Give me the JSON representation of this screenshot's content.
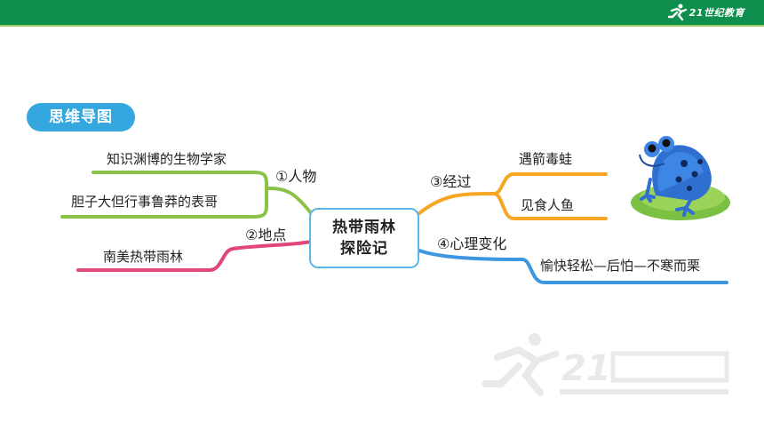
{
  "header": {
    "brand": "21世纪教育"
  },
  "badge": {
    "label": "思维导图"
  },
  "center": {
    "line1": "热带雨林",
    "line2": "探险记"
  },
  "branches": {
    "characters": {
      "label": "①人物",
      "items": [
        "知识渊博的生物学家",
        "胆子大但行事鲁莽的表哥"
      ],
      "color": "#8bc34a"
    },
    "place": {
      "label": "②地点",
      "items": [
        "南美热带雨林"
      ],
      "color": "#e0457b"
    },
    "process": {
      "label": "③经过",
      "items": [
        "遇箭毒蛙",
        "见食人鱼"
      ],
      "color": "#f5a623"
    },
    "mood": {
      "label": "④心理变化",
      "items": [
        "愉快轻松—后怕—不寒而栗"
      ],
      "color": "#3d97e0"
    }
  },
  "icons": [
    "runner-logo-icon",
    "frog-illustration",
    "watermark-logo"
  ]
}
